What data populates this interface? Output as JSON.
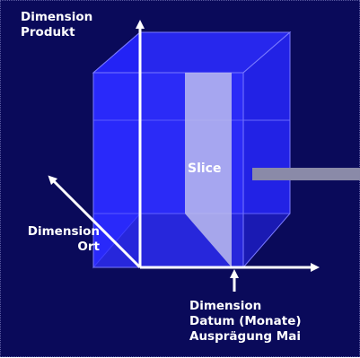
{
  "labels": {
    "produkt": [
      "Dimension",
      "Produkt"
    ],
    "ort": [
      "Dimension",
      "Ort"
    ],
    "datum": [
      "Dimension",
      "Datum (Monate)",
      "Ausprägung Mai"
    ],
    "slice": "Slice"
  },
  "colors": {
    "background": "#0a0a5a",
    "cube_face": "#2a2aff",
    "slice": "#b8b8e6",
    "axis": "#ffffff",
    "pointer": "#8a8aa8"
  }
}
